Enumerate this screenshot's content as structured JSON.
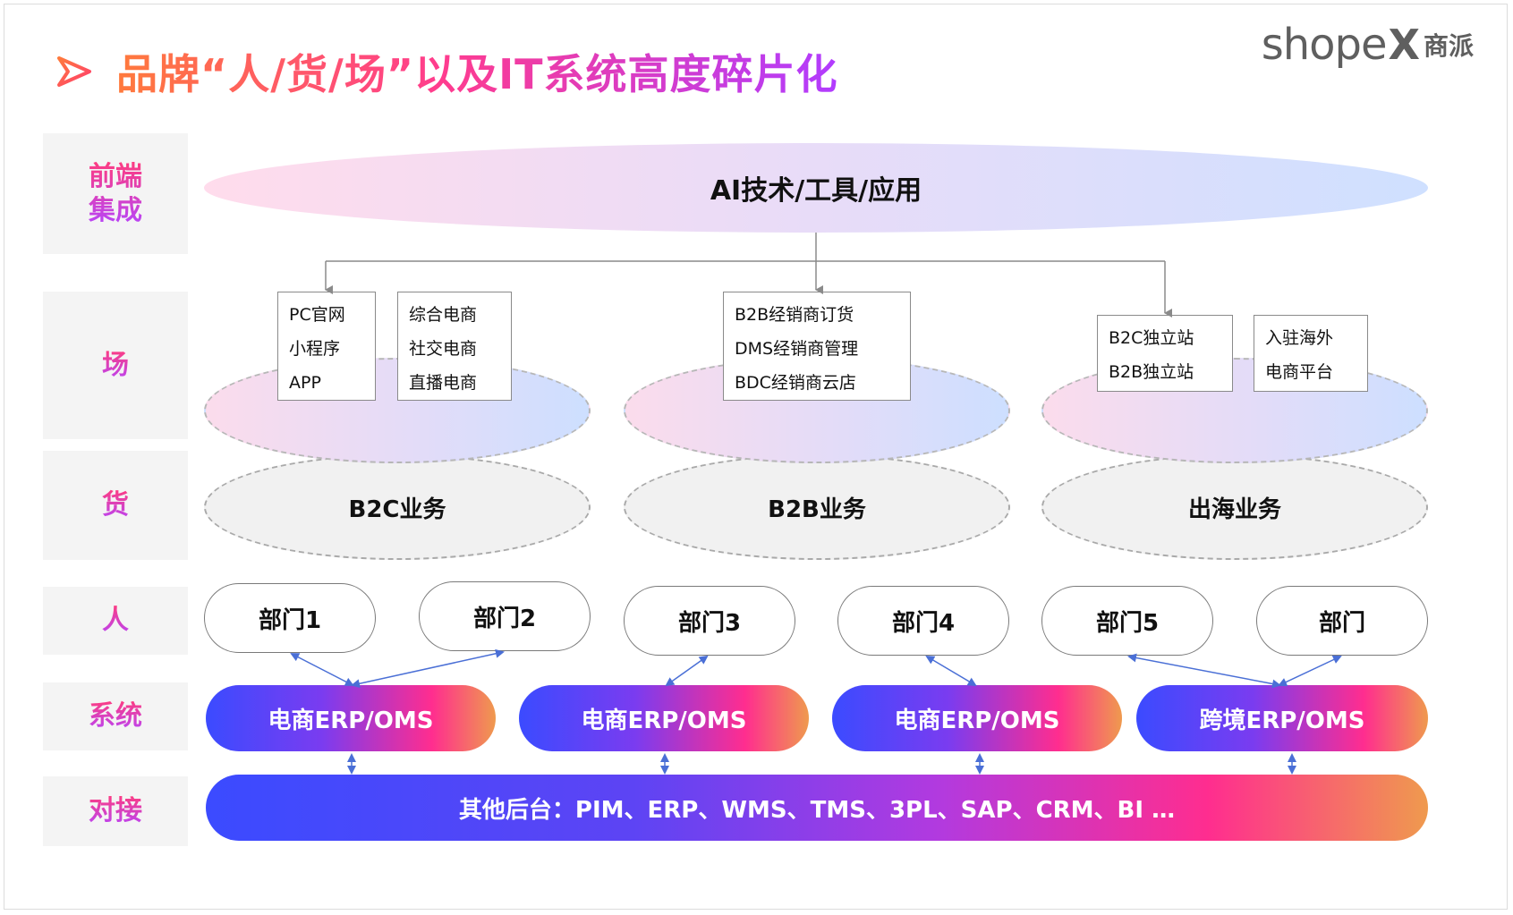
{
  "header": {
    "title": "品牌“人/货/场”以及IT系统高度碎片化",
    "brand_main": "shope",
    "brand_x": "X",
    "brand_sub": "商派"
  },
  "rows": {
    "frontend": "前端 集成",
    "scene": "场",
    "goods": "货",
    "people": "人",
    "system": "系统",
    "integration": "对接"
  },
  "top_ellipse": "AI技术/工具/应用",
  "channels": {
    "b2c_a": [
      "PC官网",
      "小程序",
      "APP"
    ],
    "b2c_b": [
      "综合电商",
      "社交电商",
      "直播电商"
    ],
    "b2b": [
      "B2B经销商订货",
      "DMS经销商管理",
      "BDC经销商云店"
    ],
    "overseas_a": [
      "B2C独立站",
      "B2B独立站"
    ],
    "overseas_b": [
      "入驻海外",
      "电商平台"
    ]
  },
  "businesses": [
    "B2C业务",
    "B2B业务",
    "出海业务"
  ],
  "departments": [
    "部门1",
    "部门2",
    "部门3",
    "部门4",
    "部门5",
    "部门"
  ],
  "systems": [
    "电商ERP/OMS",
    "电商ERP/OMS",
    "电商ERP/OMS",
    "跨境ERP/OMS"
  ],
  "backend": "其他后台：PIM、ERP、WMS、TMS、3PL、SAP、CRM、BI …",
  "colors": {
    "title_gradient_start": "#ff7a3c",
    "title_gradient_end": "#b13cff",
    "label_gradient_start": "#ff3c7e",
    "label_gradient_end": "#b445ff",
    "system_gradient_start": "#3b4bff",
    "system_gradient_end": "#ef9a4e",
    "connector": "#4a6fd6"
  }
}
